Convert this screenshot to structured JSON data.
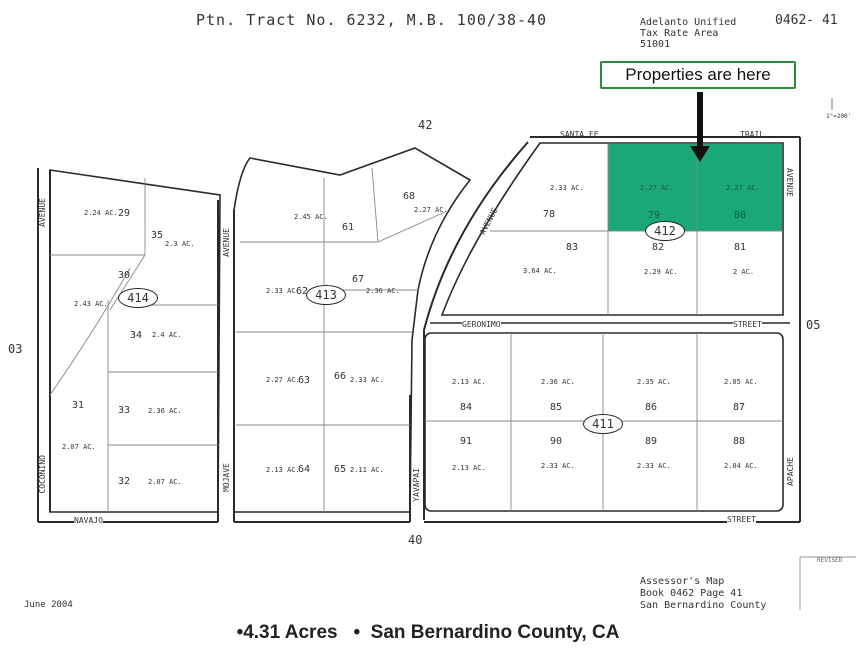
{
  "header": {
    "title": "Ptn. Tract No. 6232, M.B. 100/38-40",
    "district_line1": "Adelanto Unified",
    "district_line2": "Tax Rate Area",
    "district_line3": "51001",
    "map_code": "0462- 41"
  },
  "callout": {
    "label": "Properties are here"
  },
  "scale": {
    "label": "1\"=200'"
  },
  "streets": {
    "santa_fe": "SANTA FE",
    "trail": "TRAIL",
    "geronimo": "GERONIMO",
    "street_top": "STREET",
    "street_bottom": "STREET",
    "navajo": "NAVAJO",
    "avenue_left": "AVENUE",
    "avenue_mojave": "AVENUE",
    "mojave": "MOJAVE",
    "avenue_diag": "AVENUE",
    "yavapai": "YAVAPAI",
    "avenue_right": "AVENUE",
    "apache": "APACHE",
    "coconino": "COCONINO"
  },
  "edge_numbers": {
    "top": "42",
    "bottom": "40",
    "left": "03",
    "right": "05"
  },
  "block_labels": {
    "b414": "414",
    "b413": "413",
    "b412": "412",
    "b411": "411"
  },
  "parcels": {
    "p29": "29",
    "a29": "2.24 AC.",
    "p35": "35",
    "a35": "2.3 AC.",
    "p30": "30",
    "a30": "2.43 AC.",
    "p34": "34",
    "a34": "2.4 AC.",
    "p31": "31",
    "a31": "2.07 AC.",
    "p33": "33",
    "a33": "2.36 AC.",
    "p32": "32",
    "a32": "2.07 AC.",
    "p61": "61",
    "a61": "2.45 AC.",
    "p68": "68",
    "a68": "2.27 AC.",
    "p62": "62",
    "a62": "2.33 AC.",
    "p67": "67",
    "a67": "2.36 AC.",
    "p63": "63",
    "a63": "2.27 AC.",
    "p66": "66",
    "a66": "2.33 AC.",
    "p64": "64",
    "a64": "2.13 AC.",
    "p65": "65",
    "a65": "2.11 AC.",
    "p78": "78",
    "a78": "2.33 AC.",
    "p79": "79",
    "a79": "2.27 AC.",
    "p80": "80",
    "a80": "2.27 AC.",
    "p83": "83",
    "a83": "3.64 AC.",
    "p82": "82",
    "a82": "2.29 AC.",
    "p81": "81",
    "a81": "2 AC.",
    "p84": "84",
    "a84": "2.13 AC.",
    "p85": "85",
    "a85": "2.36 AC.",
    "p86": "86",
    "a86": "2.35 AC.",
    "p87": "87",
    "a87": "2.05 AC.",
    "p91": "91",
    "a91": "2.13 AC.",
    "p90": "90",
    "a90": "2.33 AC.",
    "p89": "89",
    "a89": "2.33 AC.",
    "p88": "88",
    "a88": "2.04 AC."
  },
  "assessor": {
    "line1": "Assessor's Map",
    "line2": "Book 0462 Page 41",
    "line3": "San Bernardino County"
  },
  "date": "June 2004",
  "revised": "REVISED",
  "footer": {
    "acres": "•4.31 Acres",
    "sep": "•",
    "county": "San Bernardino County, CA"
  },
  "colors": {
    "highlight": "#1aa87a",
    "callout_border": "#2e8b3e",
    "line": "#2a2a2a"
  }
}
